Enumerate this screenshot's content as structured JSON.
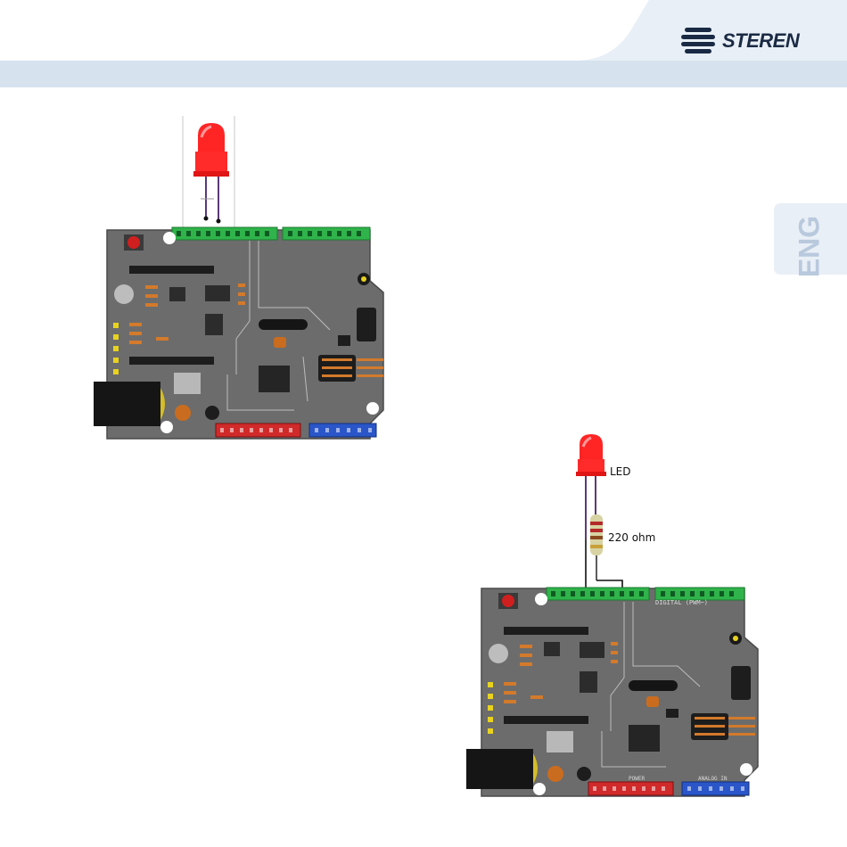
{
  "header": {
    "brand": "STEREN",
    "header_band_color": "#d6e2ee",
    "corner_color": "#e6edf4"
  },
  "side_tab": {
    "language": "ENG"
  },
  "figure_bottom": {
    "led_label": "LED",
    "resistor_label": "220 ohm"
  },
  "board": {
    "power_header_label": "POWER",
    "analog_header_label": "ANALOG IN",
    "digital_header_label": "DIGITAL (PWM~)"
  },
  "colors": {
    "board": "#6b6b6b",
    "led": "#ff2020",
    "header_green": "#2fb34a",
    "header_red": "#d12a2a",
    "header_blue": "#2a56c9"
  }
}
